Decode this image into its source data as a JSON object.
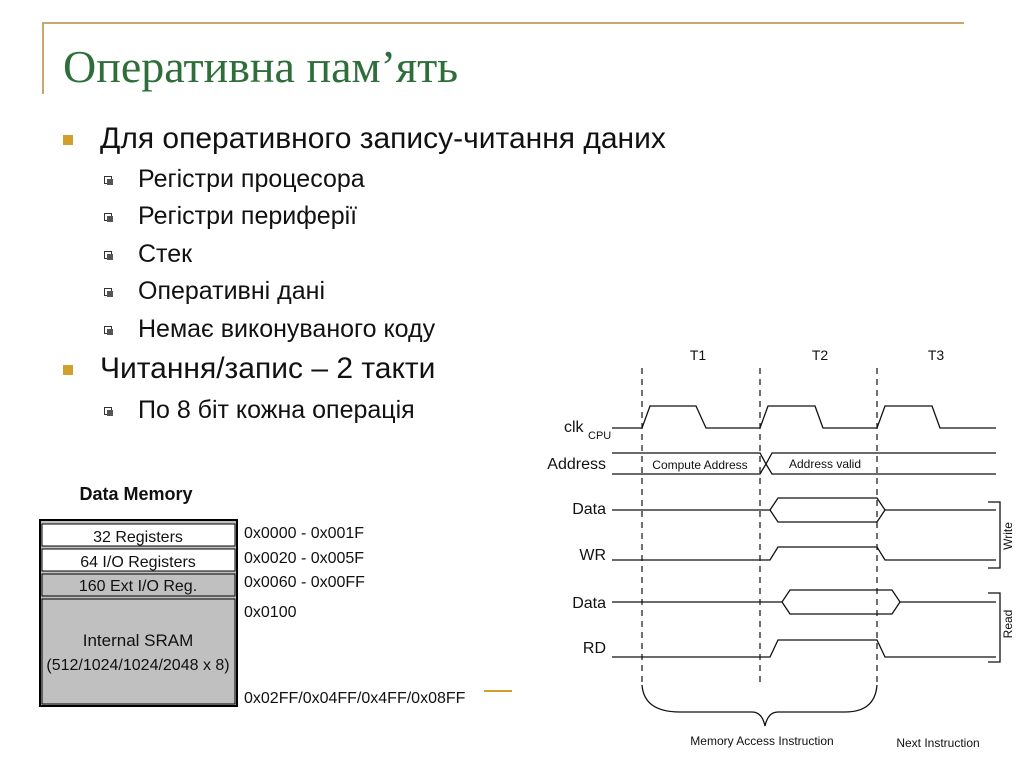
{
  "title": "Оперативна пам’ять",
  "bullets": [
    {
      "text": "Для оперативного запису-читання даних",
      "subitems": [
        "Регістри процесора",
        "Регістри периферії",
        "Стек",
        "Оперативні дані",
        "Немає виконуваного коду"
      ]
    },
    {
      "text": "Читання/запис – 2 такти",
      "subitems": [
        "По 8 біт кожна операція"
      ]
    }
  ],
  "memory_map": {
    "heading": "Data Memory",
    "blocks": [
      "32 Registers",
      "64 I/O Registers",
      "160 Ext I/O Reg.",
      "Internal SRAM",
      "(512/1024/1024/2048 x 8)"
    ],
    "addresses": [
      "0x0000 - 0x001F",
      "0x0020 - 0x005F",
      "0x0060 - 0x00FF",
      "0x0100",
      "0x02FF/0x04FF/0x4FF/0x08FF"
    ]
  },
  "timing": {
    "periods": [
      "T1",
      "T2",
      "T3"
    ],
    "signals": [
      "clk",
      "CPU",
      "Address",
      "Data",
      "WR",
      "Data",
      "RD"
    ],
    "address_labels": [
      "Compute Address",
      "Address valid"
    ],
    "groups": [
      "Write",
      "Read"
    ],
    "footer": [
      "Memory Access Instruction",
      "Next Instruction"
    ]
  },
  "colors": {
    "title": "#2e6e3a",
    "frame": "#c8a96a",
    "bullet": "#d1a02c",
    "shaded_block": "#c0c0c0"
  }
}
